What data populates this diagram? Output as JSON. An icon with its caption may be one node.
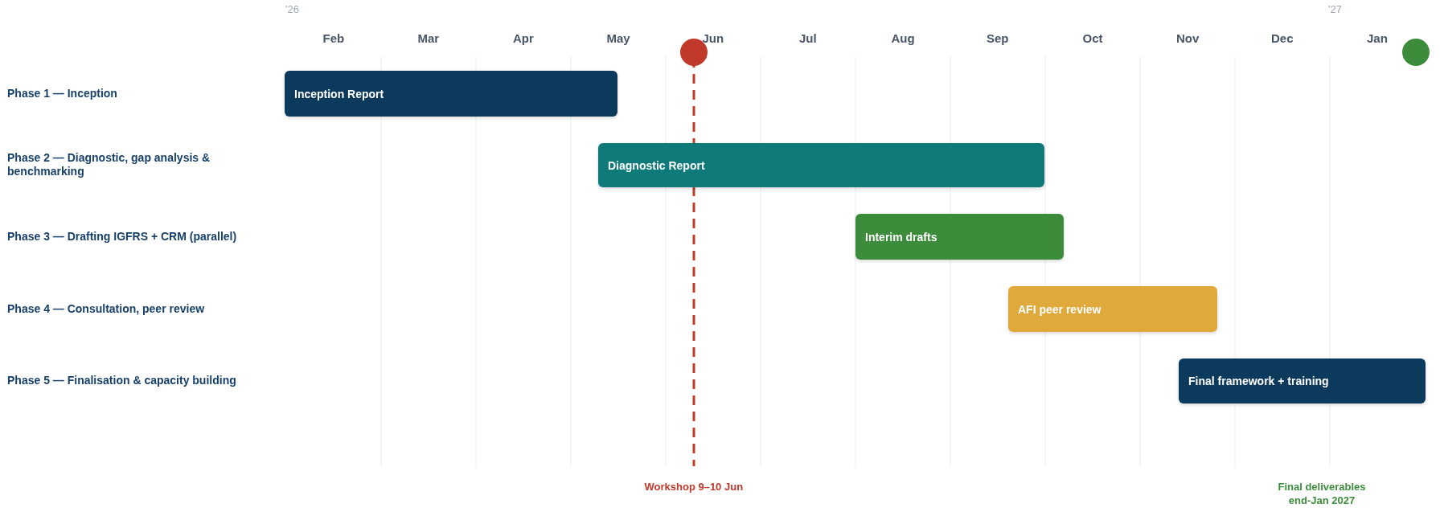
{
  "diagram": {
    "nodes": [
      {
        "text": [
          "Inception Report"
        ]
      },
      {
        "text": [
          "Diagnostic Report"
        ]
      },
      {
        "text": [
          "Interim drafts"
        ]
      },
      {
        "text": [
          "AFI peer review"
        ]
      },
      {
        "text": [
          "Final framework + training"
        ]
      }
    ],
    "labels": [
      "'26",
      "'27",
      "Feb",
      "Mar",
      "Apr",
      "May",
      "Jun",
      "Jul",
      "Aug",
      "Sep",
      "Oct",
      "Nov",
      "Dec",
      "Jan",
      "Phase 1 — Inception",
      "Phase 2 — Diagnostic, gap analysis & benchmarking",
      "Phase 3 — Drafting IGFRS + CRM (parallel)",
      "Phase 4 — Consultation, peer review",
      "Phase 5 — Finalisation & capacity building",
      "Workshop 9–10 Jun",
      "Final deliverables end-Jan 2027"
    ]
  }
}
